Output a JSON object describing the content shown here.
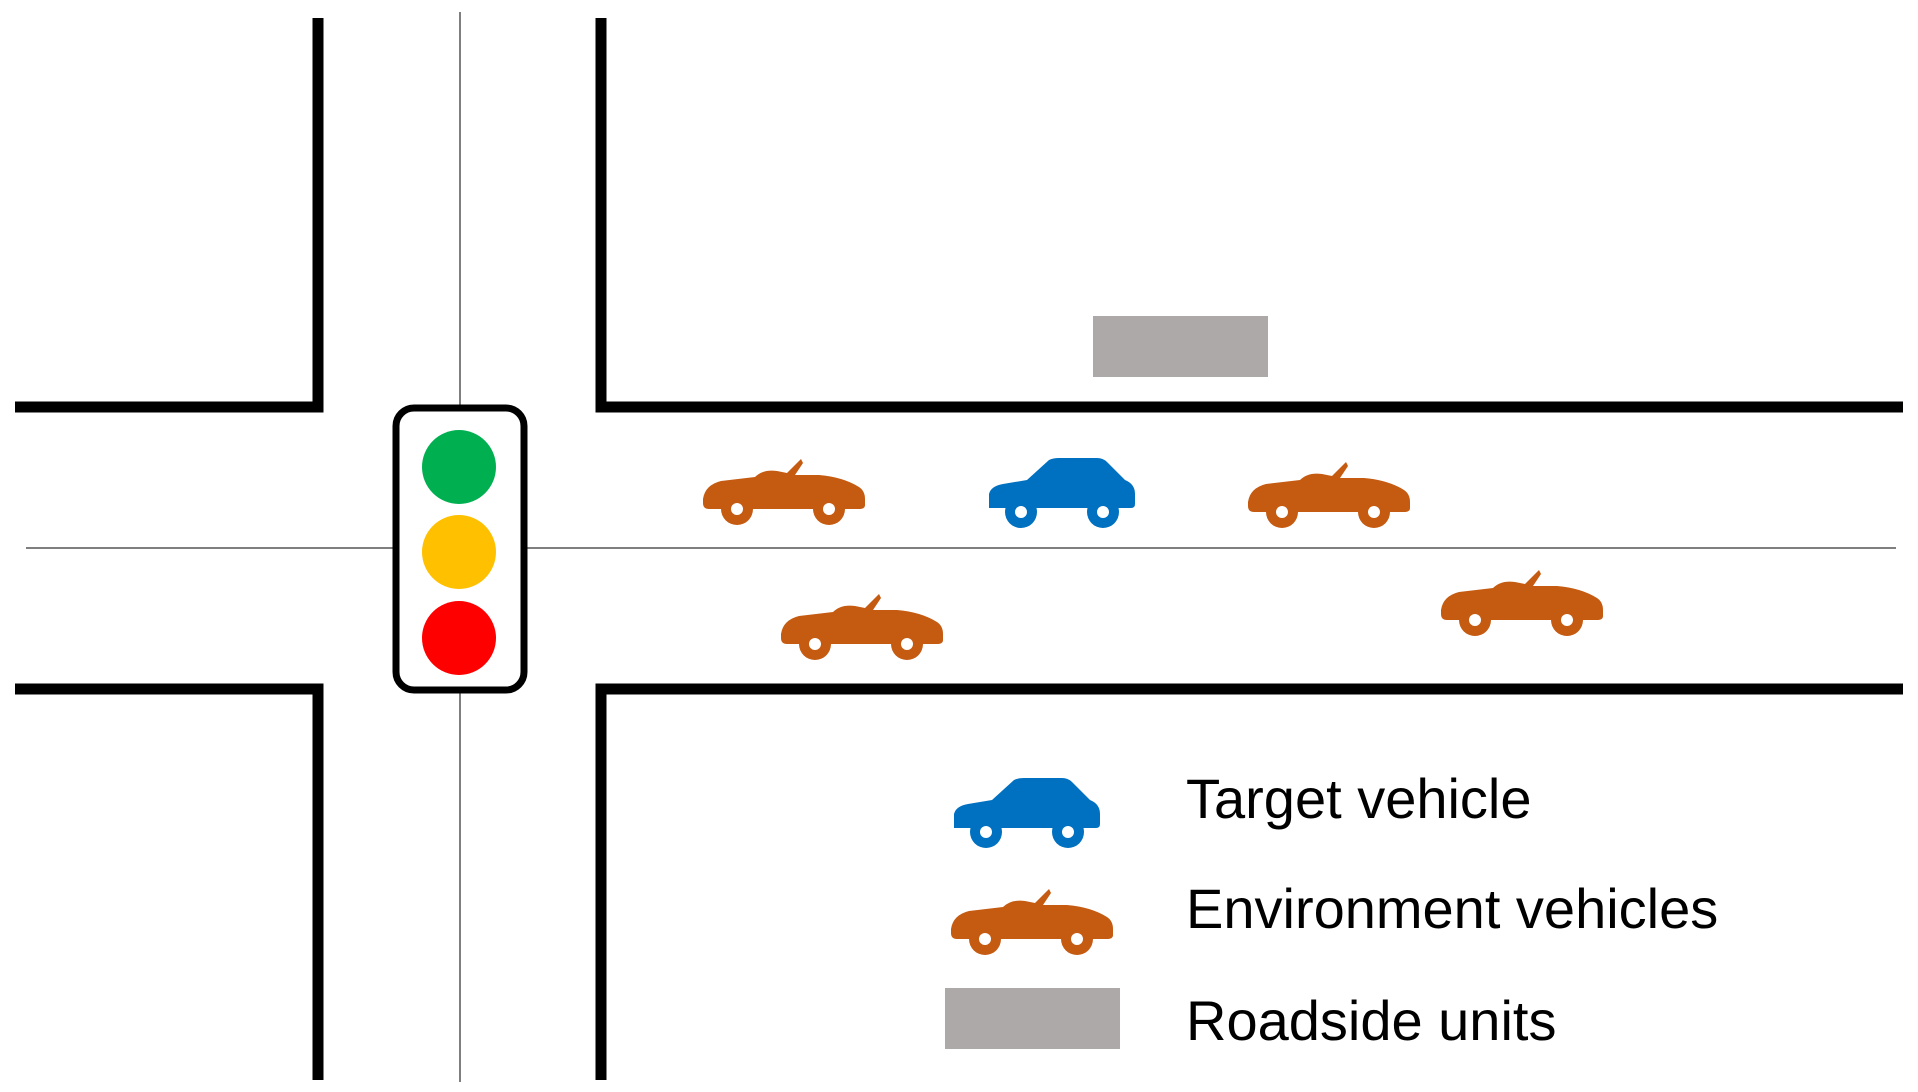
{
  "diagram": {
    "type": "intersection-scene",
    "traffic_light": {
      "lights": [
        {
          "name": "green",
          "color": "#00B050"
        },
        {
          "name": "yellow",
          "color": "#FFC000"
        },
        {
          "name": "red",
          "color": "#FF0000"
        }
      ]
    },
    "vehicles": {
      "target_color": "#0070C0",
      "environment_color": "#C55A11",
      "roadside_unit_color": "#ADA9A8"
    },
    "legend": {
      "items": [
        {
          "label": "Target vehicle",
          "icon": "sedan-icon"
        },
        {
          "label": "Environment vehicles",
          "icon": "convertible-icon"
        },
        {
          "label": "Roadside units",
          "icon": "roadside-unit-icon"
        }
      ]
    }
  }
}
